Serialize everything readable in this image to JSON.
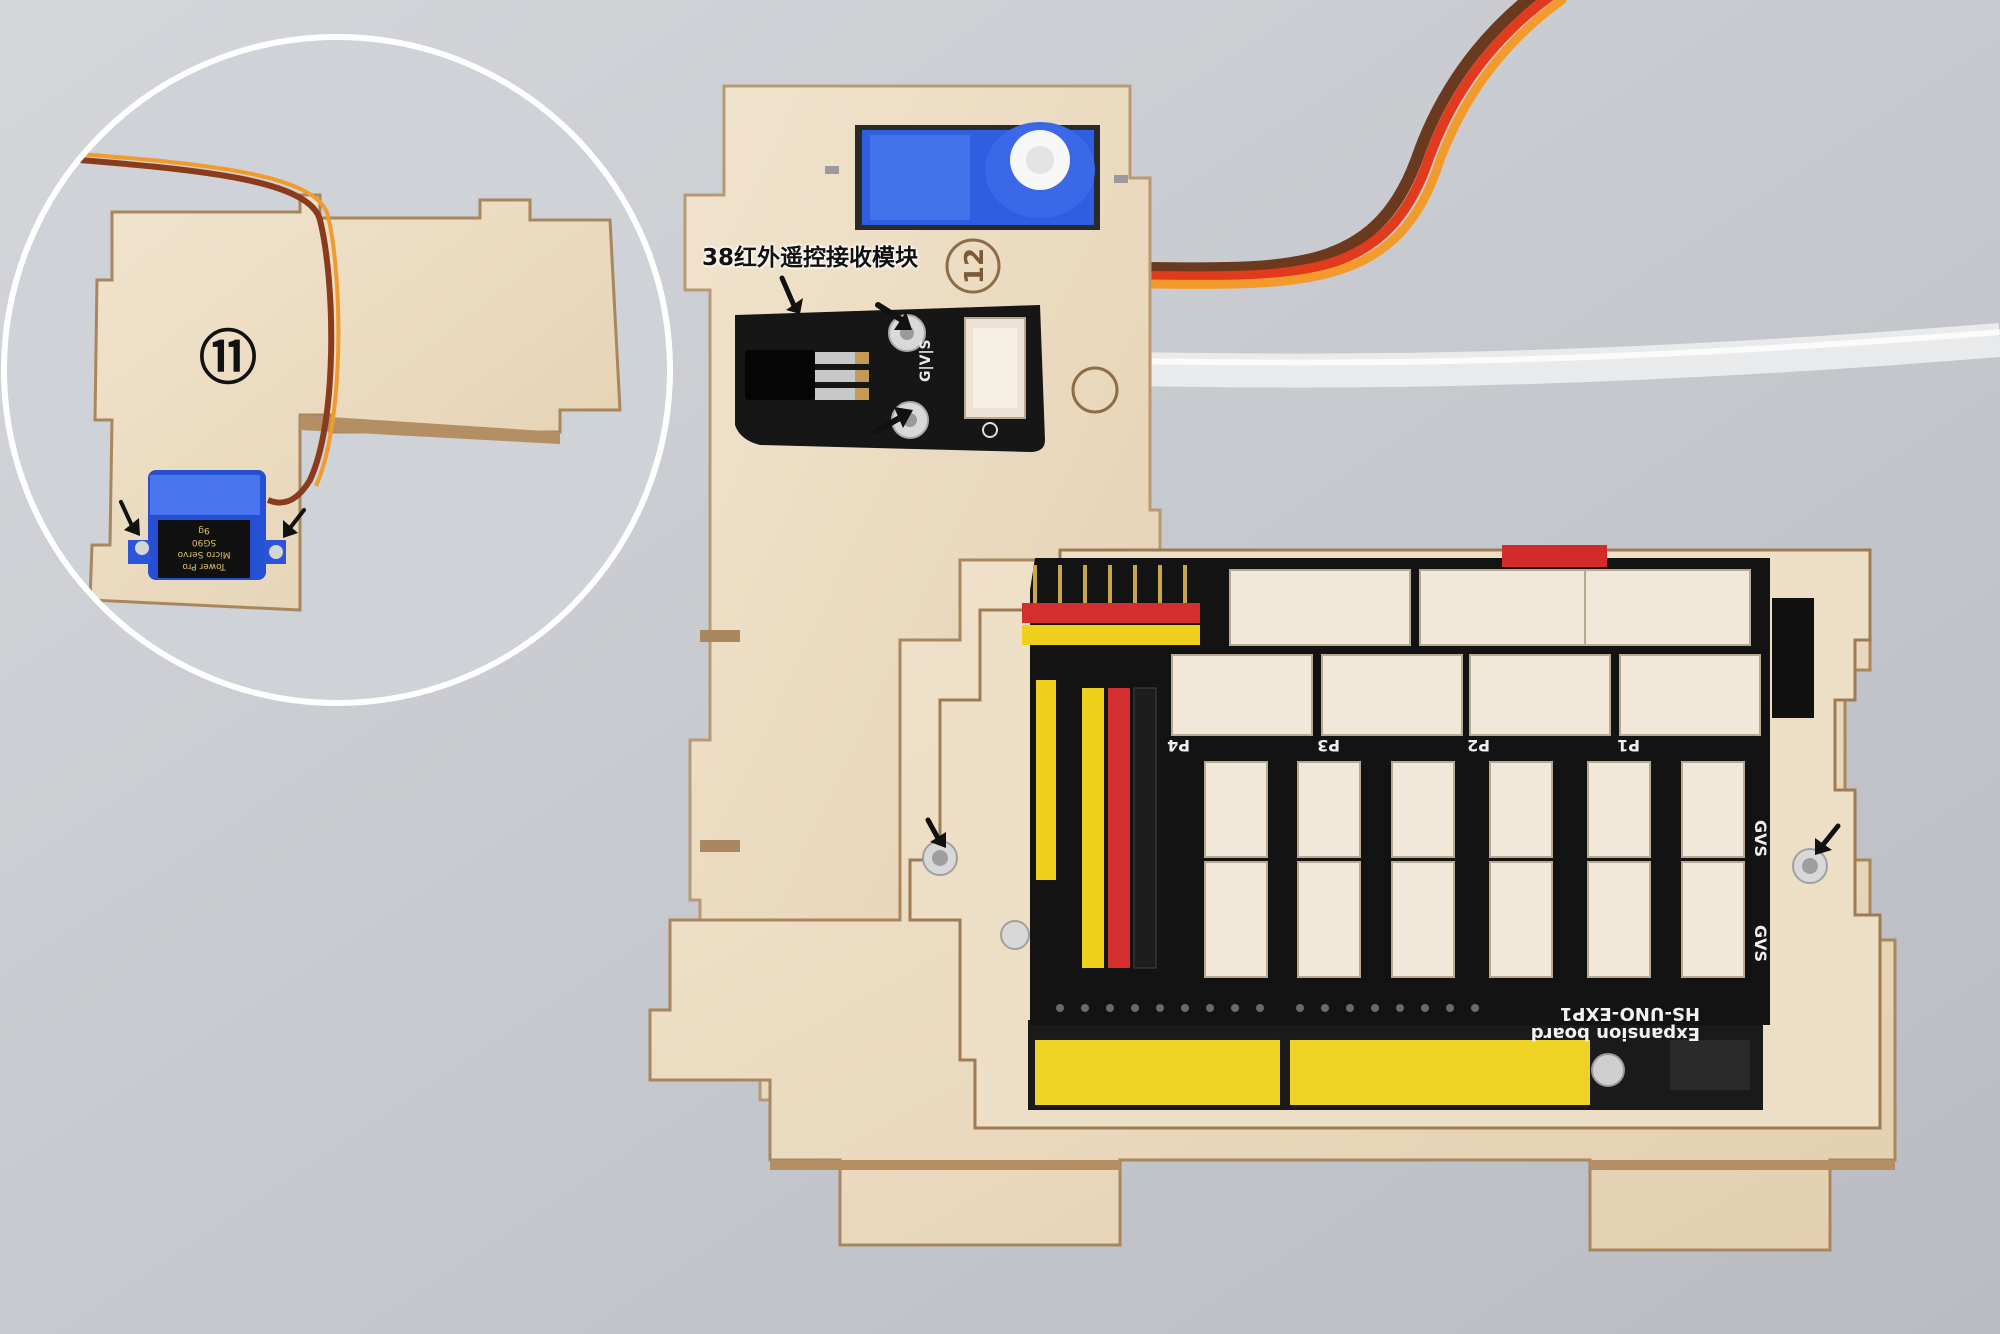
{
  "annotation": {
    "module_label": "38红外遥控接收模块",
    "step_number": "⑪",
    "board_number": "12"
  },
  "board": {
    "name_line1": "HS-UNO-EXP1",
    "name_line2": "Expansion board",
    "ports": [
      "P4",
      "P3",
      "P2",
      "P1"
    ],
    "gvs": "GVS"
  },
  "servo": {
    "brand": "Tower Pro",
    "type": "Micro Servo",
    "model": "SG90",
    "weight": "9g"
  },
  "module_pins": "G|V|S",
  "colors": {
    "background": "#c9ccd1",
    "plywood": "#ecdcc2",
    "pcb": "#141414",
    "header_yellow": "#f1d21f",
    "header_red": "#d62d2d",
    "servo_blue": "#2750d8"
  }
}
